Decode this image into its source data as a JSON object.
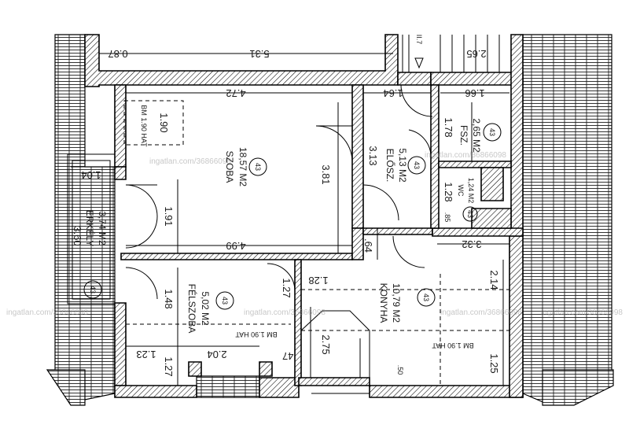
{
  "watermark": {
    "text_a": "ingatlan.com/36866098",
    "text_b": "ingatlan.com/36866098",
    "text_c": "ingatlan.com/36866098",
    "text_d": "ingatlan.com/36866098",
    "text_e": "ingatlan.com/36866098",
    "text_f": "ingatlan.com/36866098"
  },
  "rooms": {
    "szoba": {
      "name": "SZOBA",
      "area": "18,57 M2",
      "level": "43"
    },
    "eloszoba": {
      "name": "ELŐSZ.",
      "area": "5,13 M2",
      "level": "43"
    },
    "furdo": {
      "name": "FSZ.",
      "area": "2,65 M2",
      "level": "43"
    },
    "wc": {
      "name": "WC",
      "area": "1,24 M2",
      "level": "43"
    },
    "erkely": {
      "name": "ERKÉLY",
      "area": "3,74 M2",
      "level": "43"
    },
    "felszoba": {
      "name": "FÉLSZOBA",
      "area": "5,02 M2",
      "level": "43"
    },
    "konyha": {
      "name": "KONYHA",
      "area": "10,79 M2",
      "level": "43"
    }
  },
  "dimensions": {
    "d_087": "0.87",
    "d_531": "5.31",
    "d_11": "II.7",
    "d_265": "2.65",
    "d_472": "4.72",
    "d_164": "1.64",
    "d_166": "1.66",
    "d_190_a": "1.90",
    "d_190_hat": "BM 1.90 HAT",
    "d_381": "3.81",
    "d_313": "3.13",
    "d_178": "1.78",
    "d_104": "1.04",
    "d_360": "3.60",
    "d_191": "1.91",
    "d_128": "1.28",
    "d_85": ".85",
    "d_499": "4.99",
    "d_64": ".64",
    "d_332": "3.32",
    "d_148": "1.48",
    "d_128b": "1.28",
    "d_127": "1.27",
    "d_214": "2.14",
    "d_bm190_fel": "BM 1.90 HAT",
    "d_123": "1.23",
    "d_204": "2.04",
    "d_275": "2.75",
    "d_bm190_kon": "BM 1.90 HAT",
    "d_47": ".47",
    "d_127b": "1.27",
    "d_50": ".50",
    "d_125": "1.25"
  }
}
